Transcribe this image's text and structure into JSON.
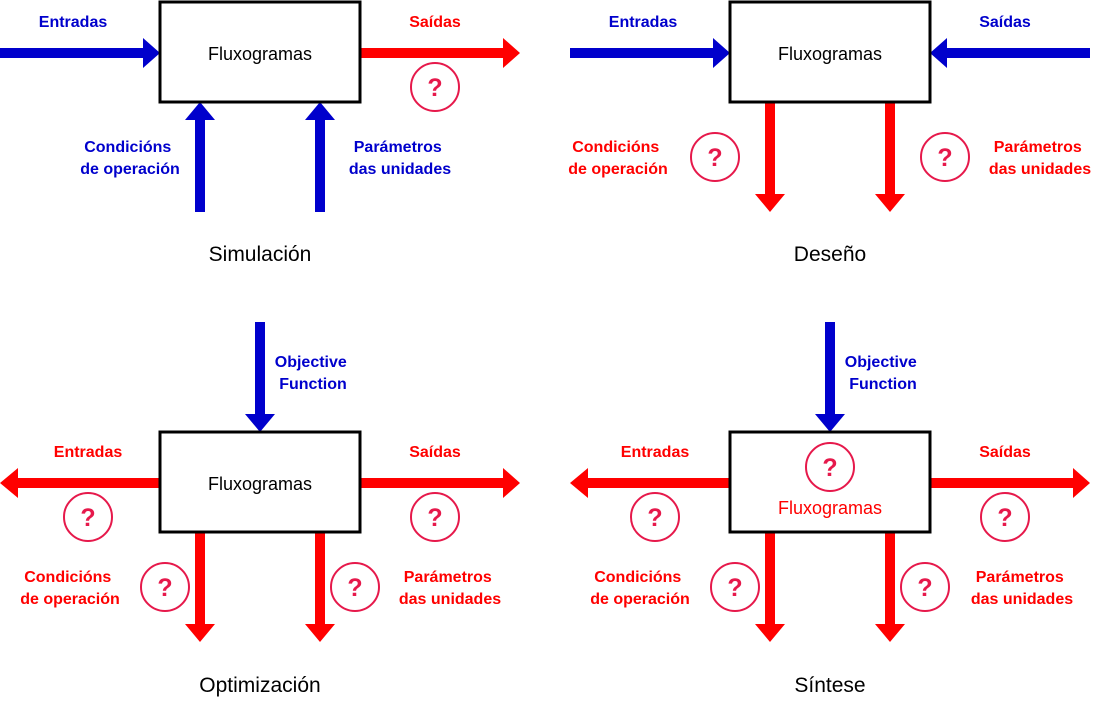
{
  "colors": {
    "input_blue": "#0000cc",
    "unknown_red": "#ff0000",
    "question_circle": "#e6194b",
    "box_border": "#000000",
    "text_black": "#000000"
  },
  "question_mark": "?",
  "icons": {
    "arrow": "arrow-icon",
    "question": "question-circle-icon"
  },
  "panels": {
    "simulation": {
      "caption": "Simulación",
      "box_label": "Fluxogramas",
      "inputs_label": "Entradas",
      "outputs_label": "Saídas",
      "conditions_label": [
        "Condicións",
        "de operación"
      ],
      "parameters_label": [
        "Parámetros",
        "das unidades"
      ]
    },
    "design": {
      "caption": "Deseño",
      "box_label": "Fluxogramas",
      "inputs_label": "Entradas",
      "outputs_label": "Saídas",
      "conditions_label": [
        "Condicións",
        "de operación"
      ],
      "parameters_label": [
        "Parámetros",
        "das unidades"
      ]
    },
    "optimization": {
      "caption": "Optimización",
      "box_label": "Fluxogramas",
      "objective_label": [
        "Objective",
        "Function"
      ],
      "inputs_label": "Entradas",
      "outputs_label": "Saídas",
      "conditions_label": [
        "Condicións",
        "de operación"
      ],
      "parameters_label": [
        "Parámetros",
        "das unidades"
      ]
    },
    "synthesis": {
      "caption": "Síntese",
      "box_label": "Fluxogramas",
      "objective_label": [
        "Objective",
        "Function"
      ],
      "inputs_label": "Entradas",
      "outputs_label": "Saídas",
      "conditions_label": [
        "Condicións",
        "de operación"
      ],
      "parameters_label": [
        "Parámetros",
        "das unidades"
      ]
    }
  }
}
